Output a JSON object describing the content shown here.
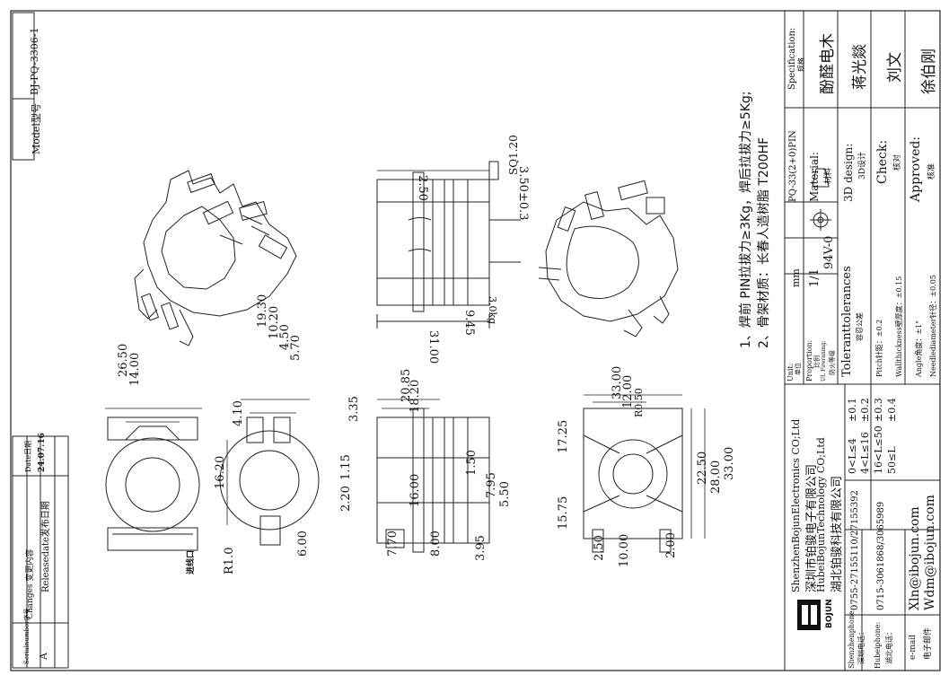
{
  "model_box": {
    "label": "Model型号",
    "value": "BJ-PQ-3306-1"
  },
  "change_table": {
    "headers": [
      "Serialnumber序号",
      "Changes 变更内容",
      "Date日期"
    ],
    "rows": [
      [
        "A",
        "Releasedate发布日期",
        "24.07.16"
      ]
    ]
  },
  "notes": [
    "1、焊前 PIN拉拔力≥3Kg，焊后拉拔力≥5Kg;",
    "2、骨架材质：长春人造树脂 T200HF"
  ],
  "title_block": {
    "spec_label": "Specification:",
    "spec_label_cn": "规格",
    "spec_value": "PQ-33(2+0)PIN",
    "material_label": "Material:",
    "material_label_cn": "材料",
    "material_value": "酚醛电木",
    "design_label": "3D design:",
    "design_label_cn": "3D设计",
    "design_value": "蒋光燚",
    "check_label": "Check:",
    "check_label_cn": "核对",
    "check_value": "刘文",
    "approved_label": "Approved:",
    "approved_label_cn": "核准",
    "approved_value": "徐伯刚",
    "unit_label": "Unit:",
    "unit_cn": "单位",
    "unit_value": "mm",
    "proportion_label": "Proportion:",
    "proportion_cn": "比例",
    "proportion_value": "1/1",
    "ul_label": "UL Fireraning:",
    "ul_cn": "防火等级",
    "ul_value": "94V-0",
    "tol_title": "Toleranttolerances",
    "tol_cn": "容忍公差",
    "tol_rows": [
      [
        "0<L≤4",
        "±0.1"
      ],
      [
        "4<L≤16",
        "±0.2"
      ],
      [
        "16<L≤50",
        "±0.3"
      ],
      [
        "50≤L",
        "±0.4"
      ]
    ],
    "pitch": "Pitch针距：±0.2",
    "wall": "Wallthickness壁厚度：±0.15",
    "angle": "Angle角度：±1°",
    "needle": "Needlediameter针径：±0.05",
    "company_lines": [
      "ShenzhenBojunElectronics CO;Ltd",
      "深圳市铂骏电子有限公司",
      "HubeiBojunTechnology CO;Ltd",
      "湖北铂骏科技有限公司"
    ],
    "logo_text": "BOJUN",
    "phone_sz_label": "Shenzhenphone:",
    "phone_sz_cn": "深圳电话：",
    "phone_sz": "0755-27155110/27155392",
    "phone_hb_label": "Hubeiphone:",
    "phone_hb_cn": "湖北电话：",
    "phone_hb": "0715-3061868/3065989",
    "email_label": "e-mail",
    "email_cn": "电子邮件",
    "email_1": "Xln@ibojun.com",
    "email_2": "Wdm@ibojun.com"
  },
  "dims": {
    "d1": "26.50",
    "d2": "14.00",
    "d3": "19.30",
    "d4": "10.20",
    "d5": "4.50",
    "d6": "5.70",
    "d7": "4.10",
    "d8": "16.20",
    "d9": "6.00",
    "d10": "R1.0",
    "d11": "20.85",
    "d12": "18.20",
    "d13": "3.35",
    "d14": "1.15",
    "d15": "16.00",
    "d16": "2.20",
    "d17": "1.50",
    "d18": "7.95",
    "d19": "5.50",
    "d20": "7.70",
    "d21": "8.00",
    "d22": "3.95",
    "d23": "33.00",
    "d24": "12.00",
    "d25": "R0.50",
    "d26": "17.25",
    "d27": "15.75",
    "d28": "22.50",
    "d29": "28.00",
    "d30": "33.00",
    "d31": "2.50",
    "d32": "10.00",
    "d33": "2.00",
    "d34": "3.50±0.3",
    "d35": "2.50",
    "d36": "SQ1.20",
    "d37": "31.00",
    "d38": "9.45",
    "d39": "3.0kg",
    "tag_pin": "进线口"
  }
}
